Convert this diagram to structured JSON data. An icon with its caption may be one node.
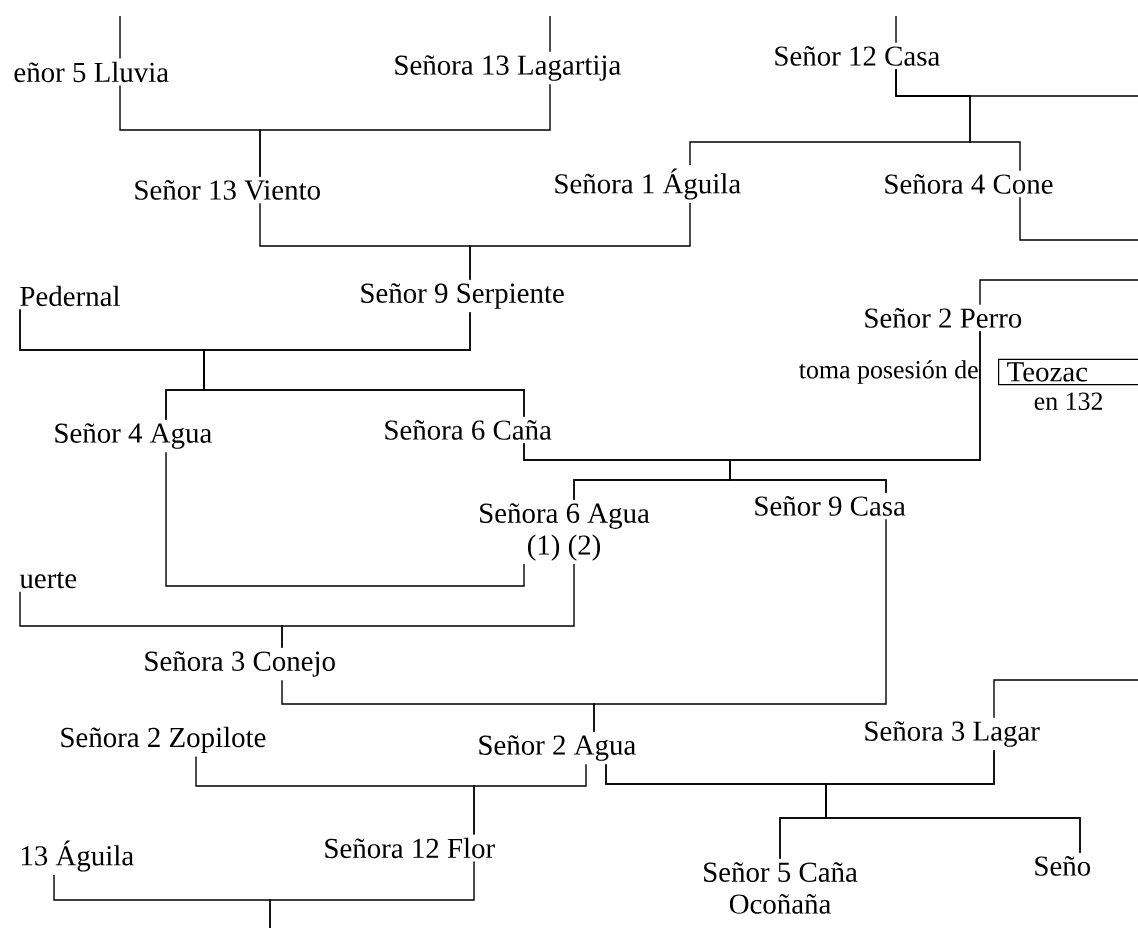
{
  "diagram": {
    "nodes": [
      {
        "text": [
          "eñor 5 Lluvia"
        ]
      },
      {
        "text": [
          "Señora 13 Lagartija"
        ]
      },
      {
        "text": [
          "Señor 12 Casa"
        ]
      },
      {
        "text": [
          "Señor 13 Viento"
        ]
      },
      {
        "text": [
          "Señora 1 Águila"
        ]
      },
      {
        "text": [
          "Señora 4 Cone"
        ]
      },
      {
        "text": [
          "Pedernal"
        ]
      },
      {
        "text": [
          "Señor 9 Serpiente"
        ]
      },
      {
        "text": [
          "Señor 2 Perro"
        ]
      },
      {
        "text": [
          "Teozac"
        ],
        "beside": [
          "toma posesión de",
          "en 132"
        ]
      },
      {
        "text": [
          "Señor 4 Agua"
        ]
      },
      {
        "text": [
          "Señora 6 Caña"
        ]
      },
      {
        "text": [
          "Señora 6 Agua",
          "(1) (2)"
        ]
      },
      {
        "text": [
          "Señor 9 Casa"
        ]
      },
      {
        "text": [
          "uerte"
        ]
      },
      {
        "text": [
          "Señora 3 Conejo"
        ]
      },
      {
        "text": [
          "Señora 2 Zopilote"
        ]
      },
      {
        "text": [
          "Señor 2 Agua"
        ]
      },
      {
        "text": [
          "Señora 3 Lagar"
        ]
      },
      {
        "text": [
          "13 Águila"
        ]
      },
      {
        "text": [
          "Señora 12 Flor"
        ]
      },
      {
        "text": [
          "Señor 5 Caña",
          "Ocoñaña"
        ]
      },
      {
        "text": [
          "Seño"
        ]
      }
    ],
    "edges": [
      {
        "from": 0,
        "to": 3,
        "arrow": "none"
      },
      {
        "from": 1,
        "to": 3,
        "arrow": "none"
      },
      {
        "from": 2,
        "to": 4,
        "arrow": "none"
      },
      {
        "from": 2,
        "to": 5,
        "arrow": "none"
      },
      {
        "from": 2,
        "to": null,
        "arrow": "none"
      },
      {
        "from": 3,
        "to": 7,
        "arrow": "none"
      },
      {
        "from": 4,
        "to": 7,
        "arrow": "none"
      },
      {
        "from": 6,
        "to": 10,
        "arrow": "none"
      },
      {
        "from": 6,
        "to": 11,
        "arrow": "none"
      },
      {
        "from": 7,
        "to": 10,
        "arrow": "none"
      },
      {
        "from": 7,
        "to": 11,
        "arrow": "none"
      },
      {
        "from": null,
        "to": 8,
        "arrow": "none"
      },
      {
        "from": 8,
        "to": 12,
        "arrow": "none"
      },
      {
        "from": 8,
        "to": 13,
        "arrow": "none"
      },
      {
        "from": 11,
        "to": 12,
        "arrow": "none"
      },
      {
        "from": 11,
        "to": 13,
        "arrow": "none"
      },
      {
        "from": 10,
        "to": 12,
        "arrow": "none"
      },
      {
        "from": 12,
        "to": 15,
        "arrow": "none"
      },
      {
        "from": 14,
        "to": 15,
        "arrow": "none"
      },
      {
        "from": 15,
        "to": 17,
        "arrow": "none"
      },
      {
        "from": 13,
        "to": 17,
        "arrow": "none"
      },
      {
        "from": null,
        "to": 18,
        "arrow": "none"
      },
      {
        "from": 16,
        "to": 20,
        "arrow": "none"
      },
      {
        "from": 17,
        "to": 20,
        "arrow": "none"
      },
      {
        "from": 17,
        "to": 21,
        "arrow": "none"
      },
      {
        "from": 17,
        "to": 22,
        "arrow": "none"
      },
      {
        "from": 18,
        "to": 21,
        "arrow": "none"
      },
      {
        "from": 18,
        "to": 22,
        "arrow": "none"
      },
      {
        "from": 5,
        "to": null,
        "arrow": "none"
      },
      {
        "from": 19,
        "to": null,
        "arrow": "none"
      },
      {
        "from": 20,
        "to": null,
        "arrow": "none"
      },
      {
        "from": null,
        "to": 0,
        "arrow": "none"
      },
      {
        "from": null,
        "to": 1,
        "arrow": "none"
      },
      {
        "from": null,
        "to": 2,
        "arrow": "none"
      }
    ]
  }
}
